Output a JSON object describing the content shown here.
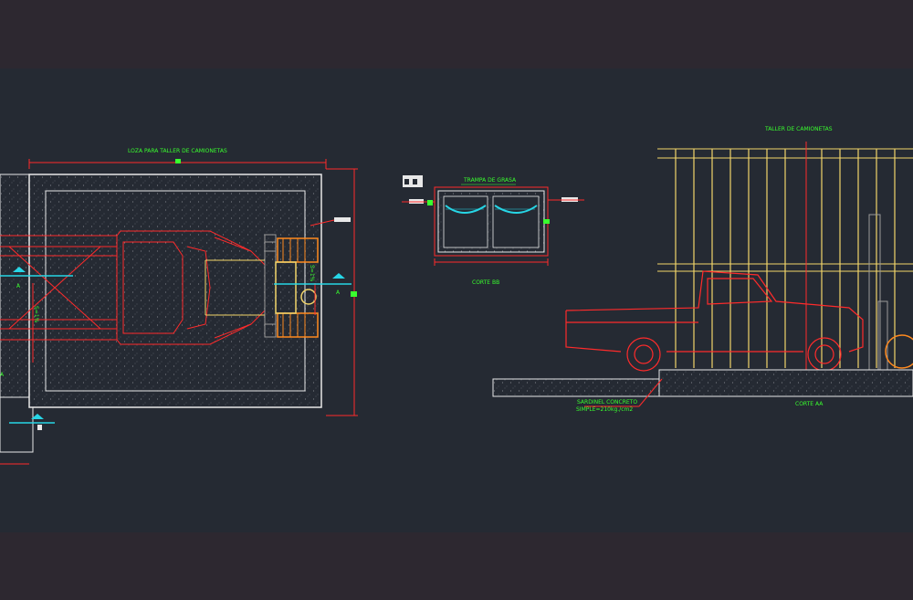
{
  "drawing": {
    "losa_title": "LOZA PARA TALLER DE CAMIONETAS",
    "trampa_title": "TRAMPA DE GRASA",
    "corte_bb": "CORTE BB",
    "taller_title": "TALLER DE CAMIONETAS",
    "corte_aa": "CORTE AA",
    "sardinel_line1": "SARDINEL CONCRETO",
    "sardinel_line2": "SIMPLE=210kg./cm2",
    "slope_1": "S=1%",
    "slope_2": "S=1%",
    "section_left": "A",
    "section_right": "A",
    "partial_label": "A"
  },
  "colors": {
    "background": "#252a33",
    "chrome": "#2d2830",
    "outline": "#e8e8e8",
    "dimension": "#ff2b2b",
    "label": "#39ff2e",
    "section_marker": "#27d6e6",
    "structure": "#f2d56a",
    "lift": "#ff8a1f"
  }
}
